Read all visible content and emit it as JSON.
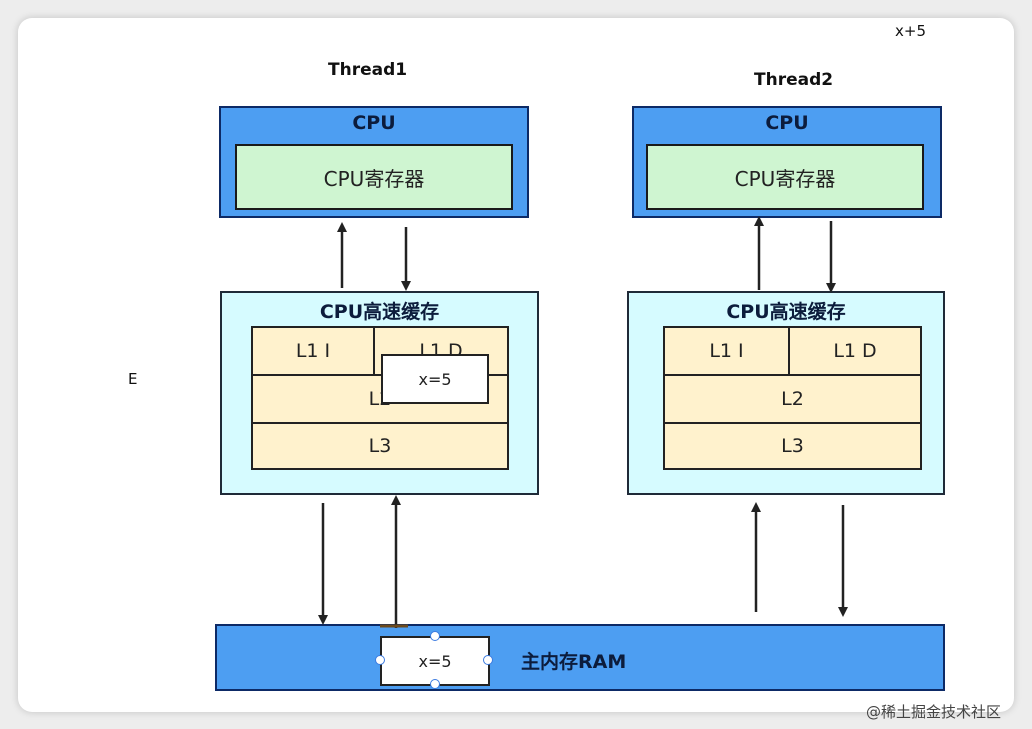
{
  "corner_note": "x+5",
  "side_letter": "E",
  "thread1": {
    "label": "Thread1",
    "cpu_title": "CPU",
    "register": "CPU寄存器",
    "cache_title": "CPU高速缓存",
    "l1i": "L1 I",
    "l1d": "L1 D",
    "l2": "L2",
    "l3": "L3",
    "popup": "x=5"
  },
  "thread2": {
    "label": "Thread2",
    "cpu_title": "CPU",
    "register": "CPU寄存器",
    "cache_title": "CPU高速缓存",
    "l1i": "L1 I",
    "l1d": "L1 D",
    "l2": "L2",
    "l3": "L3"
  },
  "ram": {
    "title": "主内存RAM",
    "value": "x=5"
  },
  "watermark": "@稀土掘金技术社区",
  "colors": {
    "cpu_blue": "#4d9ef2",
    "register_green": "#cff5d1",
    "cache_cyan": "#d6fbff",
    "cell_cream": "#fff2cd"
  }
}
